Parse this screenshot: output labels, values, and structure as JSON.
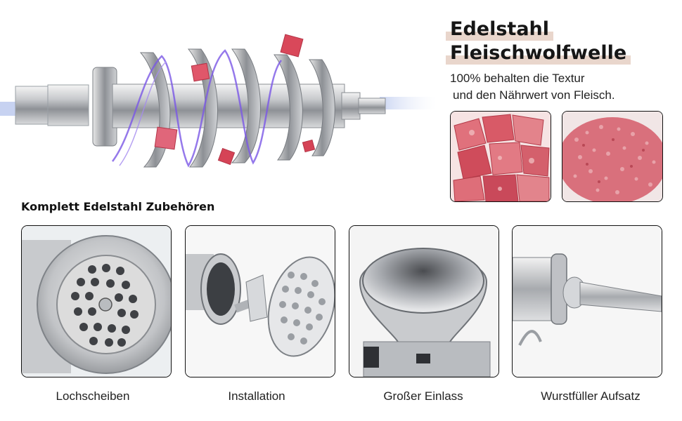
{
  "headline": {
    "line1": "Edelstahl",
    "line2": "Fleischwolfwelle",
    "sub1": "100% behalten die Textur",
    "sub2": "und den Nährwert von Fleisch."
  },
  "section_title": "Komplett Edelstahl Zubehören",
  "cards": [
    {
      "caption": "Lochscheiben"
    },
    {
      "caption": "Installation"
    },
    {
      "caption": "Großer Einlass"
    },
    {
      "caption": "Wurstfüller Aufsatz"
    }
  ],
  "colors": {
    "accent_highlight": "#e9d6cc",
    "meat": "#d8505f",
    "steel": "#b9bcc0"
  }
}
